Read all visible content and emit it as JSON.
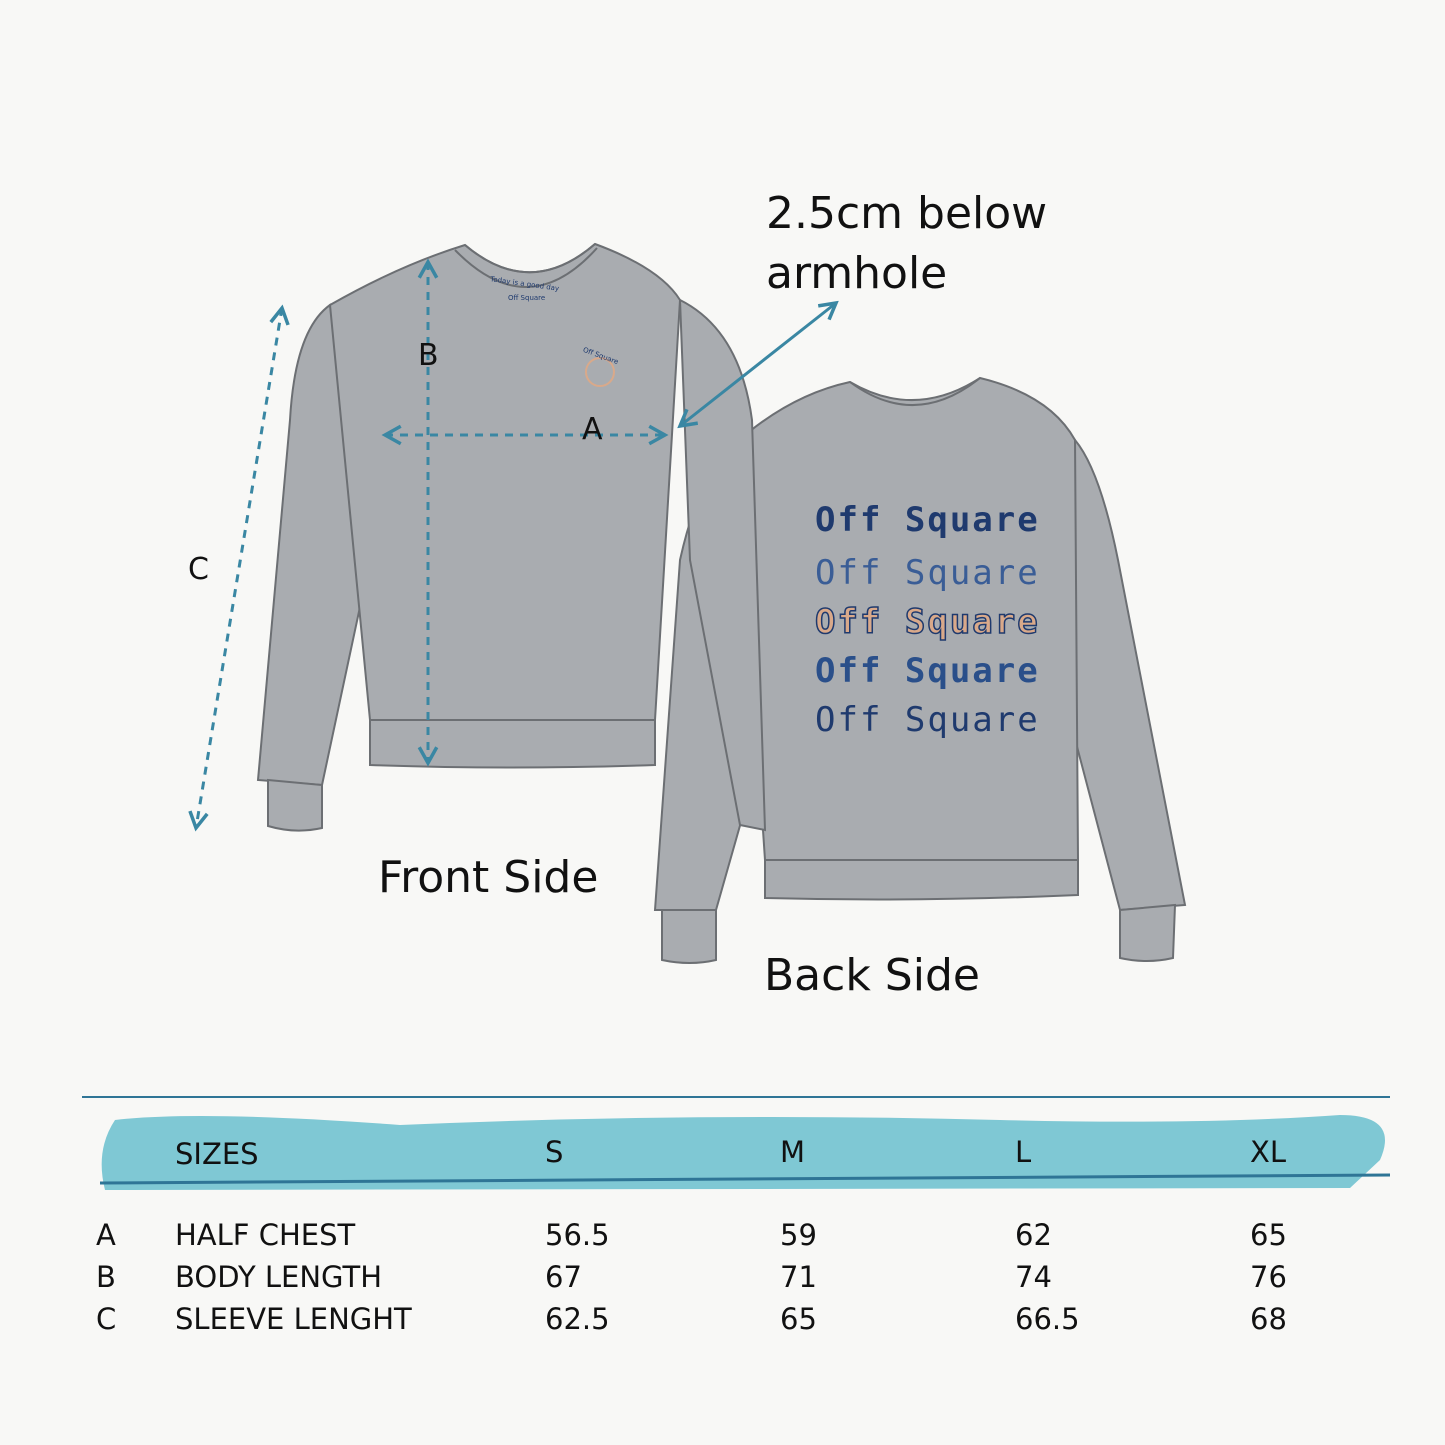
{
  "note_label": [
    "2.5cm below",
    "armhole"
  ],
  "front_label": "Front Side",
  "back_label": "Back Side",
  "dimension_labels": {
    "a": "A",
    "b": "B",
    "c": "C"
  },
  "front_print": {
    "neck_text": "Today is a good day",
    "neck_brand": "Off Square",
    "chest_logo": "Off Square"
  },
  "back_print": [
    "Off Square",
    "Off Square",
    "Off Square",
    "Off Square",
    "Off Square"
  ],
  "colors": {
    "garment": "#a9acb0",
    "outline": "#6c6f73",
    "arrow": "#3a87a3",
    "header_band": "#7fc8d4",
    "print_navy": "#1f3a6e",
    "print_peach": "#d9a98a"
  },
  "table": {
    "header": {
      "label": "SIZES",
      "sizes": [
        "S",
        "M",
        "L",
        "XL"
      ]
    },
    "rows": [
      {
        "key": "A",
        "label": "HALF CHEST",
        "values": [
          "56.5",
          "59",
          "62",
          "65"
        ]
      },
      {
        "key": "B",
        "label": "BODY LENGTH",
        "values": [
          "67",
          "71",
          "74",
          "76"
        ]
      },
      {
        "key": "C",
        "label": "SLEEVE LENGHT",
        "values": [
          "62.5",
          "65",
          "66.5",
          "68"
        ]
      }
    ]
  }
}
